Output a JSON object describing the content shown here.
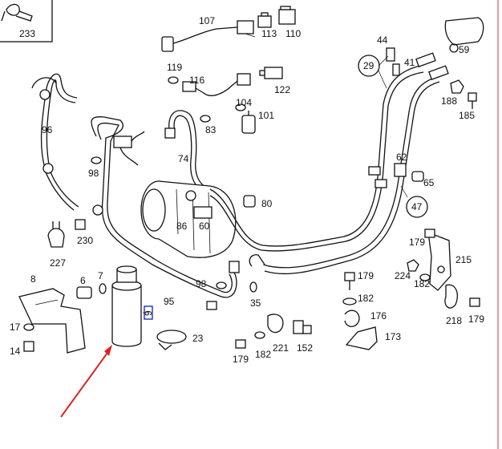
{
  "labels": {
    "233": "233",
    "107": "107",
    "113": "113",
    "110": "110",
    "119": "119",
    "116": "116",
    "122": "122",
    "104": "104",
    "101": "101",
    "83": "83",
    "74": "74",
    "96": "96",
    "98a": "98",
    "80": "80",
    "86": "86",
    "60": "60",
    "230": "230",
    "227": "227",
    "8": "8",
    "6": "6",
    "7": "7",
    "17": "17",
    "14": "14",
    "9": "9",
    "95": "95",
    "23": "23",
    "98b": "98",
    "35": "35",
    "179a": "179",
    "182a": "182",
    "221": "221",
    "152": "152",
    "179b": "179",
    "182b": "182",
    "176": "176",
    "173": "173",
    "44": "44",
    "41": "41",
    "29": "29",
    "59": "59",
    "188": "188",
    "185": "185",
    "62": "62",
    "65": "65",
    "47": "47",
    "179c": "179",
    "215": "215",
    "224": "224",
    "182c": "182",
    "218": "218",
    "179d": "179"
  },
  "colors": {
    "line": "#111111",
    "arrow": "#e02020",
    "highlight_box": "#2a3fb8"
  },
  "arrow_target": "receiver-drier"
}
